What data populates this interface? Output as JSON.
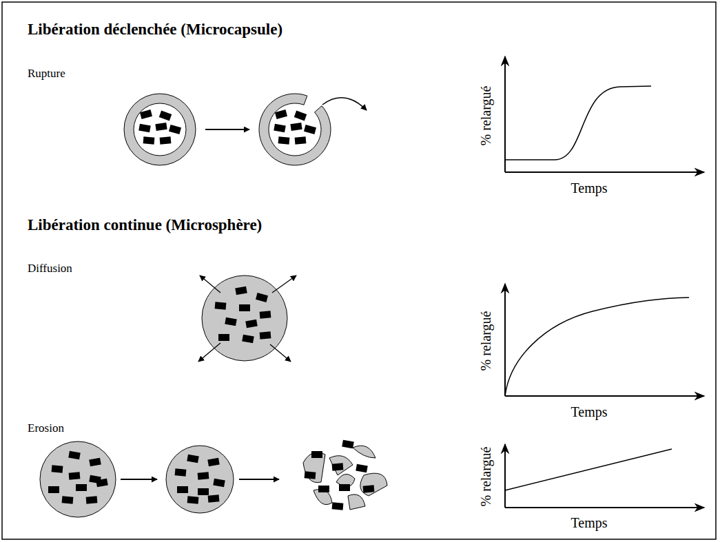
{
  "diagram": {
    "labels": [
      "Libération déclenchée (Microcapsule)",
      "Rupture",
      "% relargué",
      "Temps",
      "Libération continue (Microsphère)",
      "Diffusion",
      "% relargué",
      "Temps",
      "Erosion",
      "% relargué",
      "Temps"
    ]
  }
}
